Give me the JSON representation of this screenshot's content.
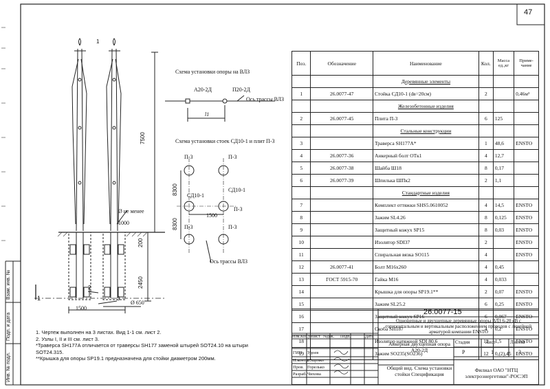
{
  "sheet_number": "47",
  "drawing": {
    "scheme1_title": "Схема установки опоры на ВЛЗ",
    "support_a": "А20-2Д",
    "support_b": "П20-2Д",
    "axis_label_1": "Ось трассы ВЛЗ",
    "span_label": "l1",
    "scheme2_title": "Схема установки стоек СД10-1 и плит П-3",
    "plate_label": "П-3",
    "pole_label": "СД10-1",
    "dim_8300": "8300",
    "dim_1500": "1500",
    "axis_label_2": "Ось трассы ВЛЗ",
    "dim_7500": "7500",
    "min_note": "Ø не менее",
    "dim_1000": "1000",
    "dim_200": "200",
    "dim_2450": "2450",
    "dim_650": "Ø 650",
    "dim_1500b": "1500",
    "section_mark": "1",
    "callout_1": "1",
    "callout_2": "2",
    "callout_3": "3"
  },
  "spec": {
    "headers": {
      "pos": "Поз.",
      "designation": "Обозначение",
      "name": "Наименование",
      "qty": "Кол.",
      "mass": "Масса ед.,кг",
      "note": "Приме-чание"
    },
    "sections": {
      "wood": "Деревянные элементы",
      "concrete": "Железобетонные изделия",
      "steel": "Стальные конструкции",
      "standard": "Стандартные изделия"
    },
    "rows": [
      {
        "pos": "1",
        "des": "26.0077-47",
        "name": "Стойка СД10-1 (dв=20см)",
        "qty": "2",
        "mass": "",
        "note": "0,46м³"
      },
      {
        "pos": "2",
        "des": "26.0077-45",
        "name": "Плита П-3",
        "qty": "6",
        "mass": "125",
        "note": ""
      },
      {
        "pos": "3",
        "des": "",
        "name": "Траверса SH177A*",
        "qty": "1",
        "mass": "48,6",
        "note": "ENSTO"
      },
      {
        "pos": "4",
        "des": "26.0077-36",
        "name": "Анкерный болт ОТк1",
        "qty": "4",
        "mass": "12,7",
        "note": ""
      },
      {
        "pos": "5",
        "des": "26.0077-38",
        "name": "Шайба Ш18",
        "qty": "8",
        "mass": "0,17",
        "note": ""
      },
      {
        "pos": "6",
        "des": "26.0077-39",
        "name": "Шпилька ШПк2",
        "qty": "2",
        "mass": "1,1",
        "note": ""
      },
      {
        "pos": "7",
        "des": "",
        "name": "Комплект оттяжки SHS5.0610052",
        "qty": "4",
        "mass": "14,5",
        "note": "ENSTO"
      },
      {
        "pos": "8",
        "des": "",
        "name": "Зажим SL4.26",
        "qty": "8",
        "mass": "0,125",
        "note": "ENSTO"
      },
      {
        "pos": "9",
        "des": "",
        "name": "Защитный кожух SP15",
        "qty": "8",
        "mass": "0,03",
        "note": "ENSTO"
      },
      {
        "pos": "10",
        "des": "",
        "name": "Изолятор SDI37",
        "qty": "2",
        "mass": "",
        "note": "ENSTO"
      },
      {
        "pos": "11",
        "des": "",
        "name": "Спиральная вязка SO115",
        "qty": "4",
        "mass": "",
        "note": "ENSTO"
      },
      {
        "pos": "12",
        "des": "26.0077-41",
        "name": "Болт М16х260",
        "qty": "4",
        "mass": "0,45",
        "note": ""
      },
      {
        "pos": "13",
        "des": "ГОСТ 5915-70",
        "name": "Гайка М16",
        "qty": "4",
        "mass": "0,033",
        "note": ""
      },
      {
        "pos": "14",
        "des": "",
        "name": "Крышка для опоры SP19.1**",
        "qty": "2",
        "mass": "0,07",
        "note": "ENSTO"
      },
      {
        "pos": "15",
        "des": "",
        "name": "Зажим SL25.2",
        "qty": "6",
        "mass": "0,25",
        "note": "ENSTO"
      },
      {
        "pos": "16",
        "des": "",
        "name": "Защитный кожух SP16",
        "qty": "6",
        "mass": "0,067",
        "note": "ENSTO"
      },
      {
        "pos": "17",
        "des": "",
        "name": "Скоба SH187",
        "qty": "4",
        "mass": "0,2",
        "note": "ENSTO"
      },
      {
        "pos": "18",
        "des": "",
        "name": "Изолятор натяжной SDI 80.6",
        "qty": "12",
        "mass": "1,5",
        "note": "ENSTO"
      },
      {
        "pos": "19",
        "des": "",
        "name": "Зажим SO235(SO236)",
        "qty": "12",
        "mass": "0,(2),45",
        "note": "ENSTO"
      }
    ]
  },
  "title_block": {
    "code": "26.0077-15",
    "description": "Одноцепные и двухцепные деревянные опоры ВЛЗ 6-20 кВ с горизонтальным и вертикальным расположением проводов с линейной арматурой компании ENSTO",
    "col_headers": [
      "Изм.",
      "Кол.уч",
      "Лист",
      "№док.",
      "Подп.",
      "Дата"
    ],
    "support_name": "Анкерная двухцепная опора А20-2Д",
    "stage_label": "Стадия",
    "sheet_label": "Лист",
    "sheets_label": "Листов",
    "stage_value": "Р",
    "sheet_value": "1",
    "sheets_value": "3",
    "doc_title": "Общий вид. Схема установки стойки Спецификация",
    "org": "Филиал ОАО \"НТЦ электроэнергетики\"-РОСЭП",
    "roles": [
      "ГИП",
      "Н.контр.",
      "Пров.",
      "Разраб."
    ],
    "names": [
      "Удоев",
      "Ющенко",
      "Горелько",
      "Чихова"
    ]
  },
  "notes": [
    "1. Чертеж выполнен на 3 листах. Вид 1-1 см. лист 2.",
    "2. Узлы I, II и III см. лист 3.",
    "*Траверса SH177A отличается от траверсы SH177 заменой штырей SOT24.10 на штыри",
    "SOT24.315.",
    "**Крышка для опоры SP19.1 предназначена для стойки диаметром 200мм."
  ],
  "side_stamp": [
    "Взам. инв. №",
    "Подп. и дата",
    "Инв. № подл."
  ]
}
